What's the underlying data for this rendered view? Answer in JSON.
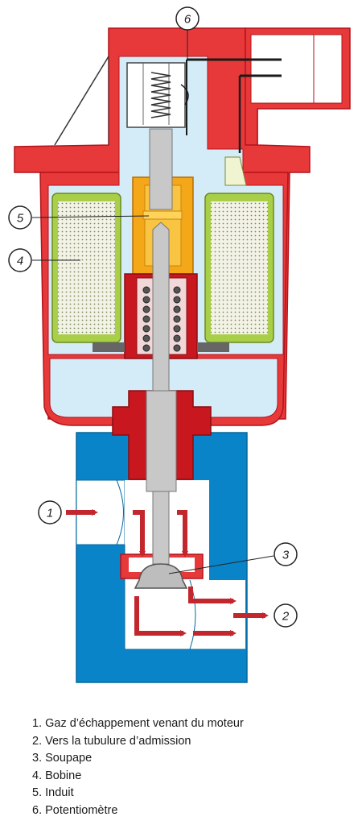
{
  "callouts": [
    "1",
    "2",
    "3",
    "4",
    "5",
    "6"
  ],
  "legend": [
    "1. Gaz d’échappement venant du moteur",
    "2. Vers la tubulure d’admission",
    "3. Soupape",
    "4. Bobine",
    "5. Induit",
    "6. Potentiomètre"
  ],
  "colors": {
    "housing_red": "#e8393a",
    "housing_dark_red": "#c9171f",
    "inner_light_blue": "#d4ecf8",
    "body_blue": "#0a84c8",
    "coil_green": "#a9cf48",
    "armature_orange": "#f5a71a",
    "valve_gray": "#c8c8c8",
    "arrow_red": "#c3272e"
  }
}
